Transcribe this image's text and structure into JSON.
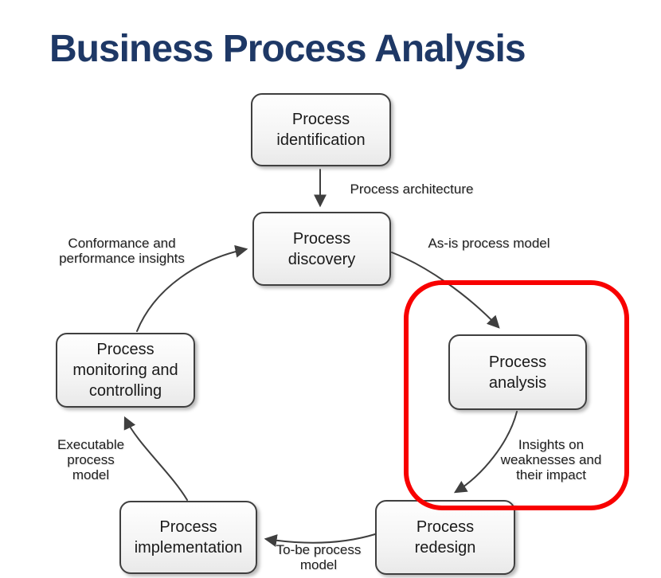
{
  "title": "Business Process Analysis",
  "colors": {
    "title_text": "#1e3866",
    "highlight_box": "#f80000",
    "node_border": "#3f3f3f",
    "node_text": "#1a1a1a",
    "arrow": "#3f3f3f"
  },
  "diagram": {
    "nodes": [
      {
        "id": "process-identification",
        "label": "Process identification",
        "highlighted": false
      },
      {
        "id": "process-discovery",
        "label": "Process discovery",
        "highlighted": false
      },
      {
        "id": "process-analysis",
        "label": "Process analysis",
        "highlighted": true
      },
      {
        "id": "process-redesign",
        "label": "Process redesign",
        "highlighted": false
      },
      {
        "id": "process-implementation",
        "label": "Process implementation",
        "highlighted": false
      },
      {
        "id": "process-monitoring-and-controlling",
        "label": "Process monitoring and controlling",
        "highlighted": false
      }
    ],
    "edges": [
      {
        "from": "process-identification",
        "to": "process-discovery",
        "label": "Process architecture"
      },
      {
        "from": "process-discovery",
        "to": "process-analysis",
        "label": "As-is process model"
      },
      {
        "from": "process-analysis",
        "to": "process-redesign",
        "label": "Insights on weaknesses and their impact"
      },
      {
        "from": "process-redesign",
        "to": "process-implementation",
        "label": "To-be process model"
      },
      {
        "from": "process-implementation",
        "to": "process-monitoring-and-controlling",
        "label": "Executable process model"
      },
      {
        "from": "process-monitoring-and-controlling",
        "to": "process-discovery",
        "label": "Conformance and performance insights"
      }
    ]
  }
}
